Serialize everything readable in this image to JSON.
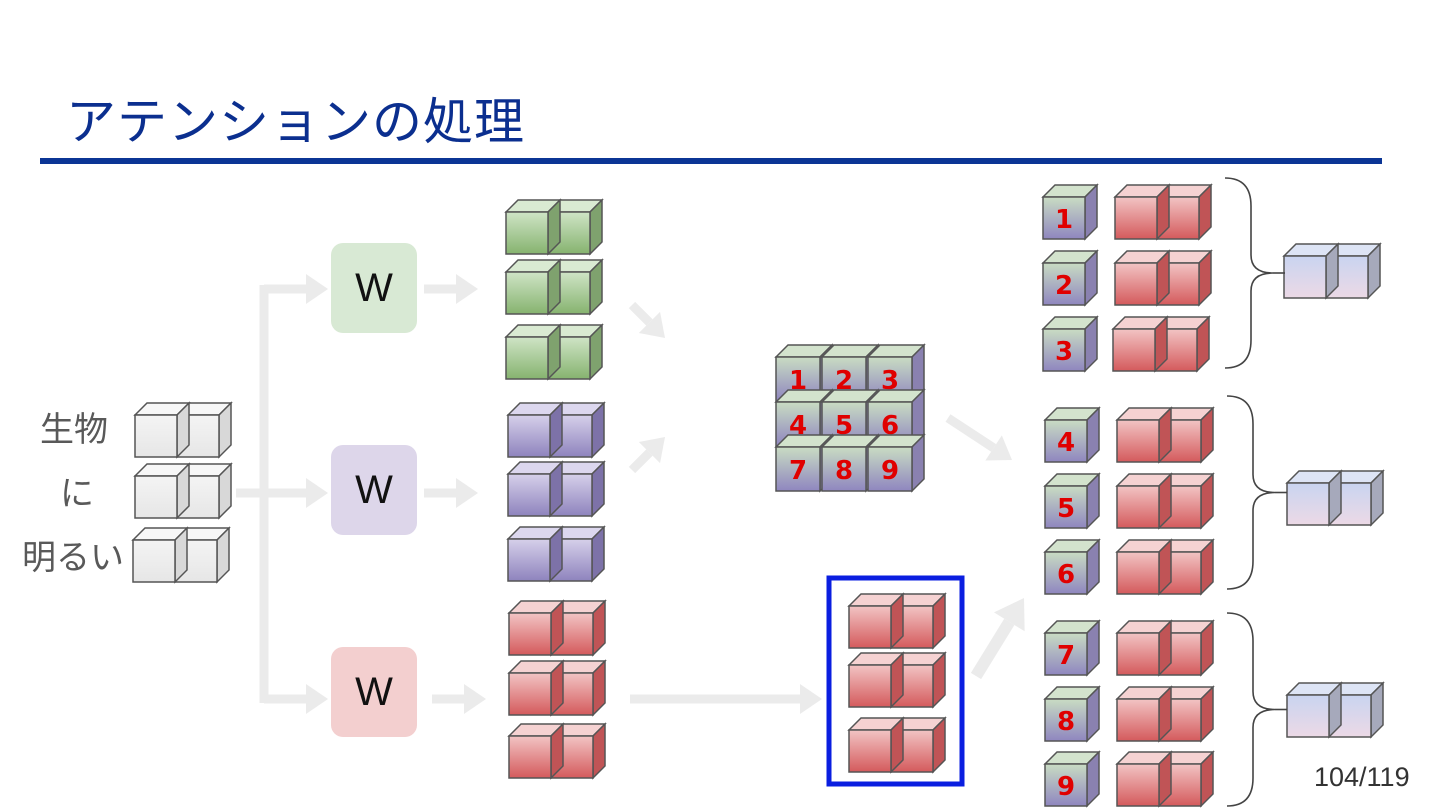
{
  "title": "アテンションの処理",
  "page_number": "104/119",
  "input_words": [
    "生物",
    "に",
    "明るい"
  ],
  "weight_label": "W",
  "grid_numbers": [
    "1",
    "2",
    "3",
    "4",
    "5",
    "6",
    "7",
    "8",
    "9"
  ],
  "colors": {
    "title": "#0b2f8f",
    "rule": "#0b3595",
    "query_green": "#8fb97a",
    "key_purple": "#9a8fc4",
    "value_red": "#d9696b",
    "input_gray": "#ececec",
    "output_blue": "#cfd6ee",
    "highlight_border": "#0a1ee0",
    "number_red": "#e00000",
    "arrow_gray": "#ebebeb"
  }
}
